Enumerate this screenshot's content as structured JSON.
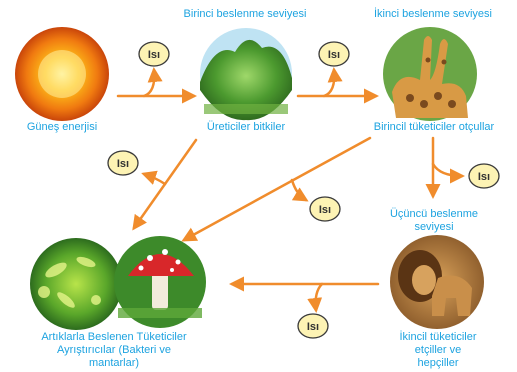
{
  "diagram": {
    "levels": {
      "first": "Birinci beslenme seviyesi",
      "second": "İkinci beslenme seviyesi",
      "third_line1": "Üçüncü beslenme",
      "third_line2": "seviyesi"
    },
    "nodes": {
      "sun": "Güneş enerjisi",
      "producers": "Üreticiler bitkiler",
      "primary": "Birincil tüketiciler otçullar",
      "secondary_line1": "İkincil tüketiciler",
      "secondary_line2": "etçiller ve",
      "secondary_line3": "hepçiller",
      "decomposers_line1": "Artıklarla Beslenen Tüketiciler",
      "decomposers_line2": "Ayrıştırıcılar (Bakteri ve",
      "decomposers_line3": "mantarlar)"
    },
    "heat_label": "Isı",
    "colors": {
      "arrow": "#f08c2c",
      "label_text": "#1da3e0",
      "heat_fill": "#fdf3b4",
      "heat_stroke": "#3a3a3a"
    }
  }
}
